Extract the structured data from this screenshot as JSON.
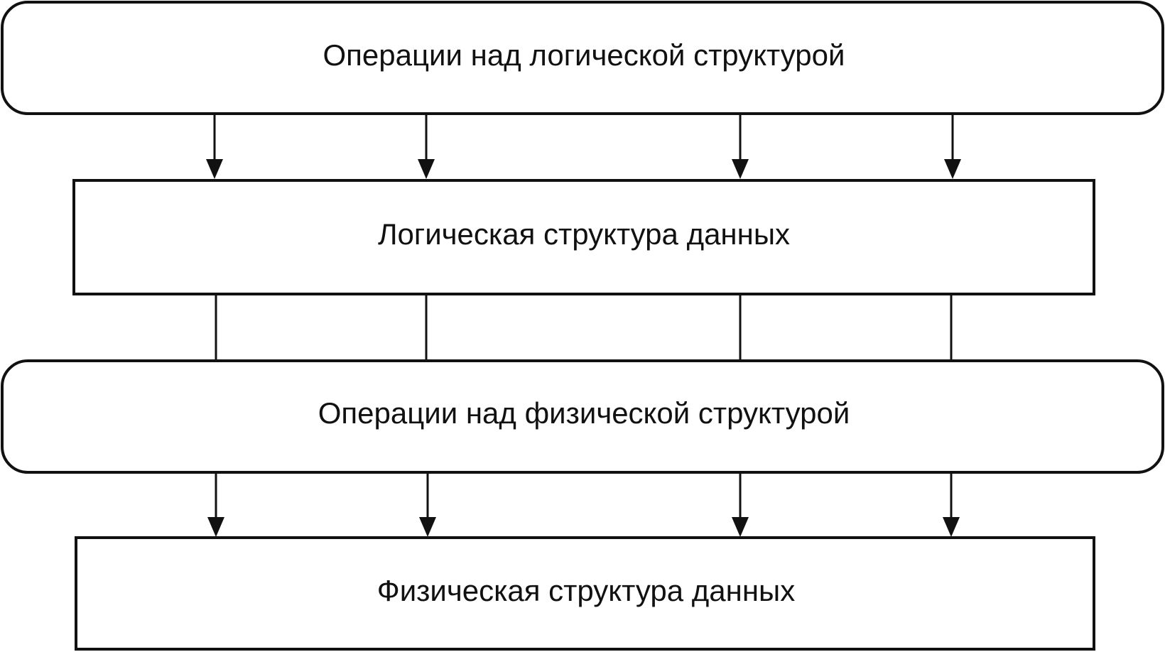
{
  "boxes": {
    "logical_operations": "Операции над логической структурой",
    "logical_structure": "Логическая структура данных",
    "physical_operations": "Операции над физической структурой",
    "physical_structure": "Физическая структура данных"
  },
  "colors": {
    "stroke": "#111111",
    "background": "#ffffff"
  }
}
